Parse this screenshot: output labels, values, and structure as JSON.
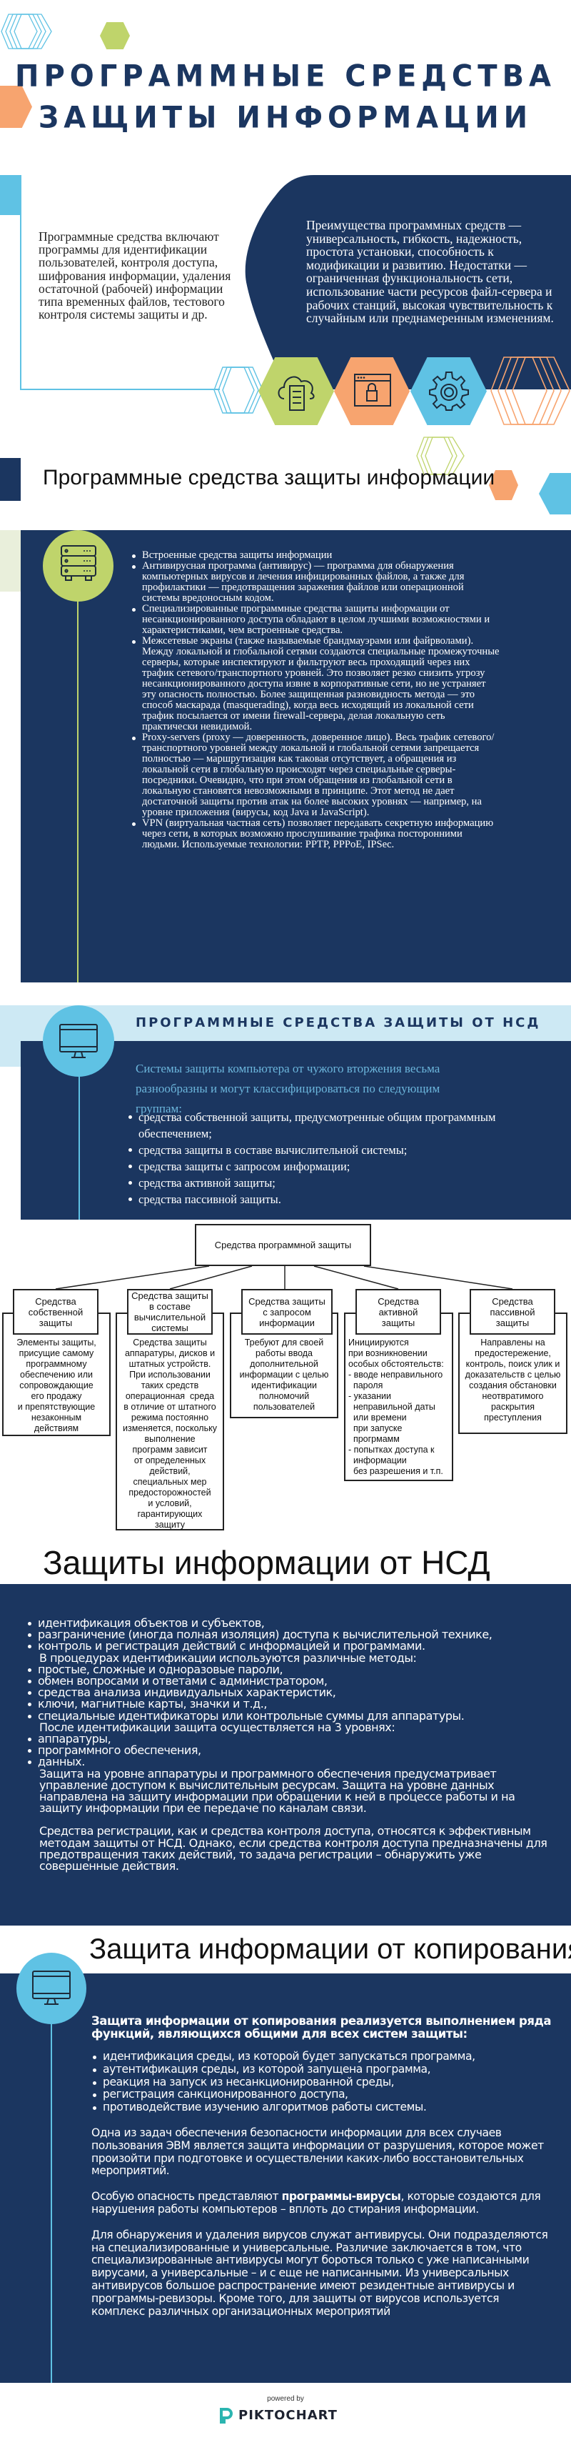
{
  "header": {
    "title_line1": "ПРОГРАММНЫЕ СРЕДСТВА",
    "title_line2": "ЗАЩИТЫ ИНФОРМАЦИИ"
  },
  "intro": {
    "left_text": "Программные средства включают программы для идентификации пользователей, контроля доступа, шифрования информации, удаления остаточной (рабочей) информации типа временных файлов, тестового контроля системы защиты и др.",
    "right_text": "Преимущества программных средств — универсальность, гибкость, надежность, простота установки, способность к модификации и развитию. Недостатки — ограниченная функциональность сети, использование части ресурсов файл-сервера и рабочих станций, высокая чувствительность к случайным или преднамеренным изменениям.",
    "icons": [
      "cloud-server-icon",
      "browser-lock-icon",
      "gear-icon"
    ]
  },
  "software": {
    "heading": "Программные средства защиты информации",
    "items": [
      "Встроенные средства защиты информации",
      "Антивирусная программа (антивирус) — программа для обнаружения компьютерных вирусов и лечения инфицированных файлов, а также для профилактики — предотвращения заражения файлов или операционной системы вредоносным кодом.",
      "Специализированные программные средства защиты информации от несанкционированного доступа обладают в целом лучшими возможностями и характеристиками, чем встроенные средства.",
      "Межсетевые экраны (также называемые брандмауэрами или файрволами). Между локальной и глобальной сетями создаются специальные промежуточные серверы, которые инспектируют и фильтруют весь проходящий через них трафик сетевого/транспортного уровней. Это позволяет резко снизить угрозу несанкционированного доступа извне в корпоративные сети, но не устраняет эту опасность полностью. Более защищенная разновидность метода — это способ маскарада (masquerading), когда весь исходящий из локальной сети трафик посылается от имени firewall-сервера, делая локальную сеть практически невидимой.",
      "Proxy-servers (proxy — доверенность, доверенное лицо). Весь трафик сетевого/транспортного уровней между локальной и глобальной сетями запрещается полностью — маршрутизация как таковая отсутствует, а обращения из локальной сети в глобальную происходят через специальные серверы-посредники. Очевидно, что при этом обращения из глобальной сети в локальную становятся невозможными в принципе. Этот метод не дает достаточной защиты против атак на более высоких уровнях — например, на уровне приложения (вирусы, код Java и JavaScript).",
      "VPN (виртуальная частная сеть) позволяет передавать секретную информацию через сети, в которых возможно прослушивание трафика посторонними людьми. Используемые технологии: PPTP, PPPoE, IPSec."
    ]
  },
  "nsd_tools": {
    "heading": "ПРОГРАММНЫЕ СРЕДСТВА ЗАЩИТЫ ОТ НСД",
    "intro": "Системы защиты компьютера от чужого вторжения весьма разнообразны и могут классифицироваться по следующим группам:",
    "items": [
      "средства собственной защиты, предусмотренные общим программным обеспечением;",
      "средства защиты в составе вычислительной системы;",
      "средства защиты с запросом информации;",
      "средства активной защиты;",
      "средства пассивной защиты."
    ]
  },
  "diagram": {
    "root": "Средства программной защиты",
    "categories": [
      {
        "title": "Средства\nсобственной\nзащиты",
        "description": "Элементы защиты,\nприсущие самому\nпрограммному\nобеспечению или\nсопровождающие\nего продажу\nи препятствующие\nнезаконным\nдействиям"
      },
      {
        "title": "Средства защиты\nв составе\nвычислительной\nсистемы",
        "description": "Средства защиты\nаппаратуры, дисков и\nштатных устройств.\nПри использовании\nтаких средств\nоперационная  среда\nв отличие от штатного\nрежима постоянно\nизменяется, поскольку\nвыполнение\nпрограмм зависит\nот определенных\nдействий,\nспециальных мер\nпредосторожностей\nи условий,\nгарантирующих\nзащиту"
      },
      {
        "title": "Средства защиты\nс запросом\nинформации",
        "description": "Требуют для своей\nработы ввода\nдополнительной\nинформации с целью\nидентификации\nполномочий\nпользователей"
      },
      {
        "title": "Средства\nактивной\nзащиты",
        "description": "Инициируются\nпри возникновении\nособых обстоятельств:\n- вводе неправильного\n  пароля\n- указании\n  неправильной даты\n  или времени\n  при запуске\n  прогрмамм\n- попытках доступа к\n  информации\n  без разрешения и т.п."
      },
      {
        "title": "Средства\nпассивной\nзащиты",
        "description": "Направлены на\nпредостережение,\nконтроль, поиск улик и\nдоказательств с целью\nсоздания обстановки\nнеотвратимого\nраскрытия\nпреступления"
      }
    ]
  },
  "nsd": {
    "heading": "Защиты информации от НСД",
    "bullets_a": [
      "идентификация объектов и субъектов,",
      "разграничение (иногда полная изоляция) доступа к вычислительной технике,",
      "контроль и регистрация действий с информацией и программами."
    ],
    "methods_intro": "В процедурах идентификации используются различные методы:",
    "bullets_b": [
      "простые, сложные и одноразовые пароли,",
      "обмен вопросами и ответами с администратором,",
      "средства анализа индивидуальных характеристик,",
      "ключи, магнитные карты, значки и т.д.,",
      "специальные идентификаторы или контрольные суммы для аппаратуры."
    ],
    "levels_intro": "После идентификации защита осуществляется на 3 уровнях:",
    "bullets_c": [
      "аппаратуры,",
      "программного обеспечения,",
      "данных."
    ],
    "paragraph1": "Защита на уровне аппаратуры и программного обеспечения предусматривает управление доступом к вычислительным ресурсам. Защита на уровне данных направлена на защиту информации при обращении к ней в процессе работы и на защиту информации при ее передаче по каналам связи.",
    "paragraph2": "Средства регистрации, как и средства контроля доступа, относятся к эффективным методам защиты от НСД. Однако, если средства контроля доступа предназначены для предотвращения таких действий, то задача регистрации – обнаружить уже совершенные действия."
  },
  "copy": {
    "heading": "Защита информации от копирования",
    "lead": "Защита информации от копирования реализуется выполнением ряда функций, являющихся общими для всех систем защиты:",
    "items": [
      "идентификация среды, из которой будет запускаться программа,",
      "аутентификация среды, из которой запущена программа,",
      "реакция на запуск из несанкционированной среды,",
      "регистрация санкционированного доступа,",
      "противодействие изучению алгоритмов работы системы."
    ],
    "paragraph1": "Одна из задач обеспечения безопасности информации для всех случаев пользования ЭВМ является защита информации от разрушения, которое может произойти при подготовке и осуществлении каких-либо восстановительных мероприятий.",
    "paragraph2_pre": "Особую опасность представляют ",
    "paragraph2_bold": "программы-вирусы",
    "paragraph2_post": ", которые создаются для нарушения работы компьютеров – вплоть до стирания информации.",
    "paragraph3": "Для обнаружения и удаления вирусов служат антивирусы. Они подразделяются на специализированные и универсальные. Различие заключается в том, что специализированные антивирусы могут бороться только с уже написанными вирусами, а универсальные – и с еще не написанными. Из универсальных антивирусов большое распространение имеют резидентные антивирусы и программы-ревизоры. Кроме того, для защиты от вирусов используется комплекс различных организационных мероприятий"
  },
  "footer": {
    "powered_by": "powered by",
    "brand": "PIKTOCHART"
  },
  "colors": {
    "navy": "#1b3660",
    "green": "#bfd46b",
    "orange": "#f7a46f",
    "light_blue": "#5fc2e4",
    "pale_blue": "#cde9f4"
  }
}
